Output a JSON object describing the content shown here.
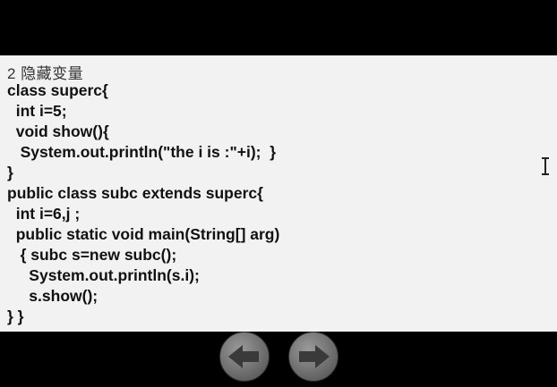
{
  "slide": {
    "heading": "2 隐藏变量",
    "code_lines": [
      "class superc{",
      "  int i=5;",
      "  void show(){",
      "   System.out.println(\"the i is :\"+i);  }",
      "}",
      "public class subc extends superc{",
      "  int i=6,j ;",
      "  public static void main(String[] arg)",
      "   { subc s=new subc();",
      "     System.out.println(s.i);",
      "     s.show();",
      "} }"
    ]
  },
  "navigation": {
    "prev_icon": "arrow-left-icon",
    "next_icon": "arrow-right-icon",
    "button_color": "#6f6f6f",
    "arrow_color": "#3a3a3a"
  },
  "cursor_icon": "text-cursor-icon"
}
